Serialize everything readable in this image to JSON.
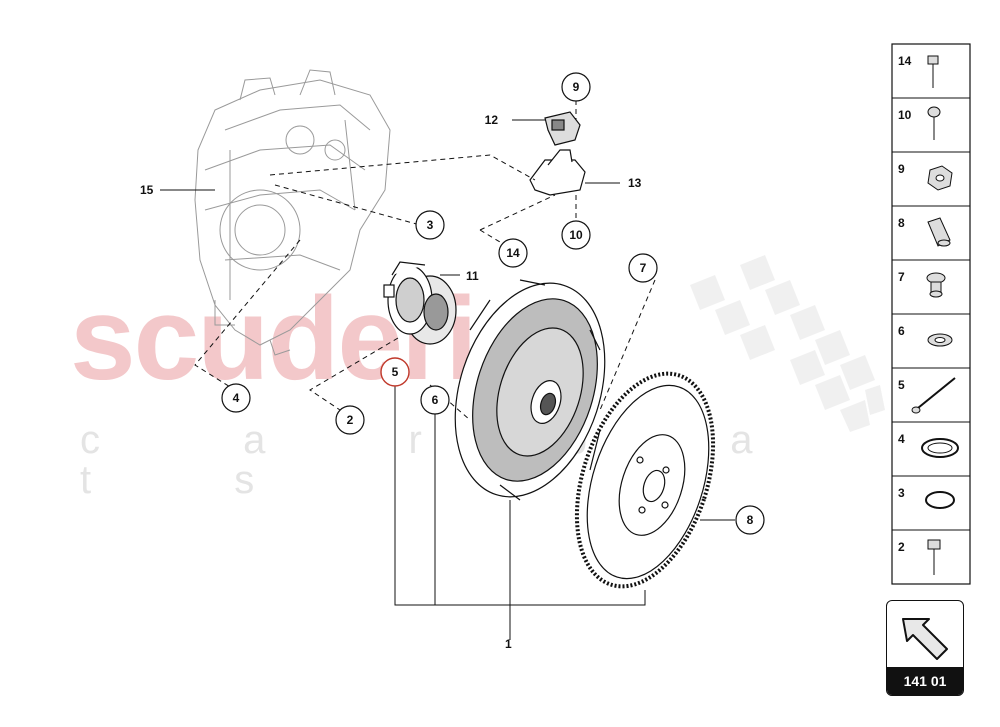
{
  "watermark": {
    "logo": "scuderia",
    "sub": "c a r   p a r t s"
  },
  "callouts": {
    "c1": "1",
    "c2": "2",
    "c3": "3",
    "c4": "4",
    "c5": "5",
    "c6": "6",
    "c7": "7",
    "c8": "8",
    "c9": "9",
    "c10": "10",
    "c11": "11",
    "c12": "12",
    "c13": "13",
    "c14": "14",
    "c15": "15"
  },
  "legend": [
    {
      "num": "14",
      "icon": "bolt-hex-head-icon"
    },
    {
      "num": "10",
      "icon": "screw-round-head-icon"
    },
    {
      "num": "9",
      "icon": "hex-nut-icon"
    },
    {
      "num": "8",
      "icon": "sleeve-icon"
    },
    {
      "num": "7",
      "icon": "collar-bolt-icon"
    },
    {
      "num": "6",
      "icon": "washer-icon"
    },
    {
      "num": "5",
      "icon": "long-bolt-icon"
    },
    {
      "num": "4",
      "icon": "oval-gasket-icon"
    },
    {
      "num": "3",
      "icon": "o-ring-icon"
    },
    {
      "num": "2",
      "icon": "socket-bolt-icon"
    }
  ],
  "page_code": "141 01",
  "colors": {
    "ink": "#111111",
    "watermark_red": "#f3c8ca",
    "watermark_grey": "#e4e4e4",
    "highlight_circle": "#c0392b"
  }
}
